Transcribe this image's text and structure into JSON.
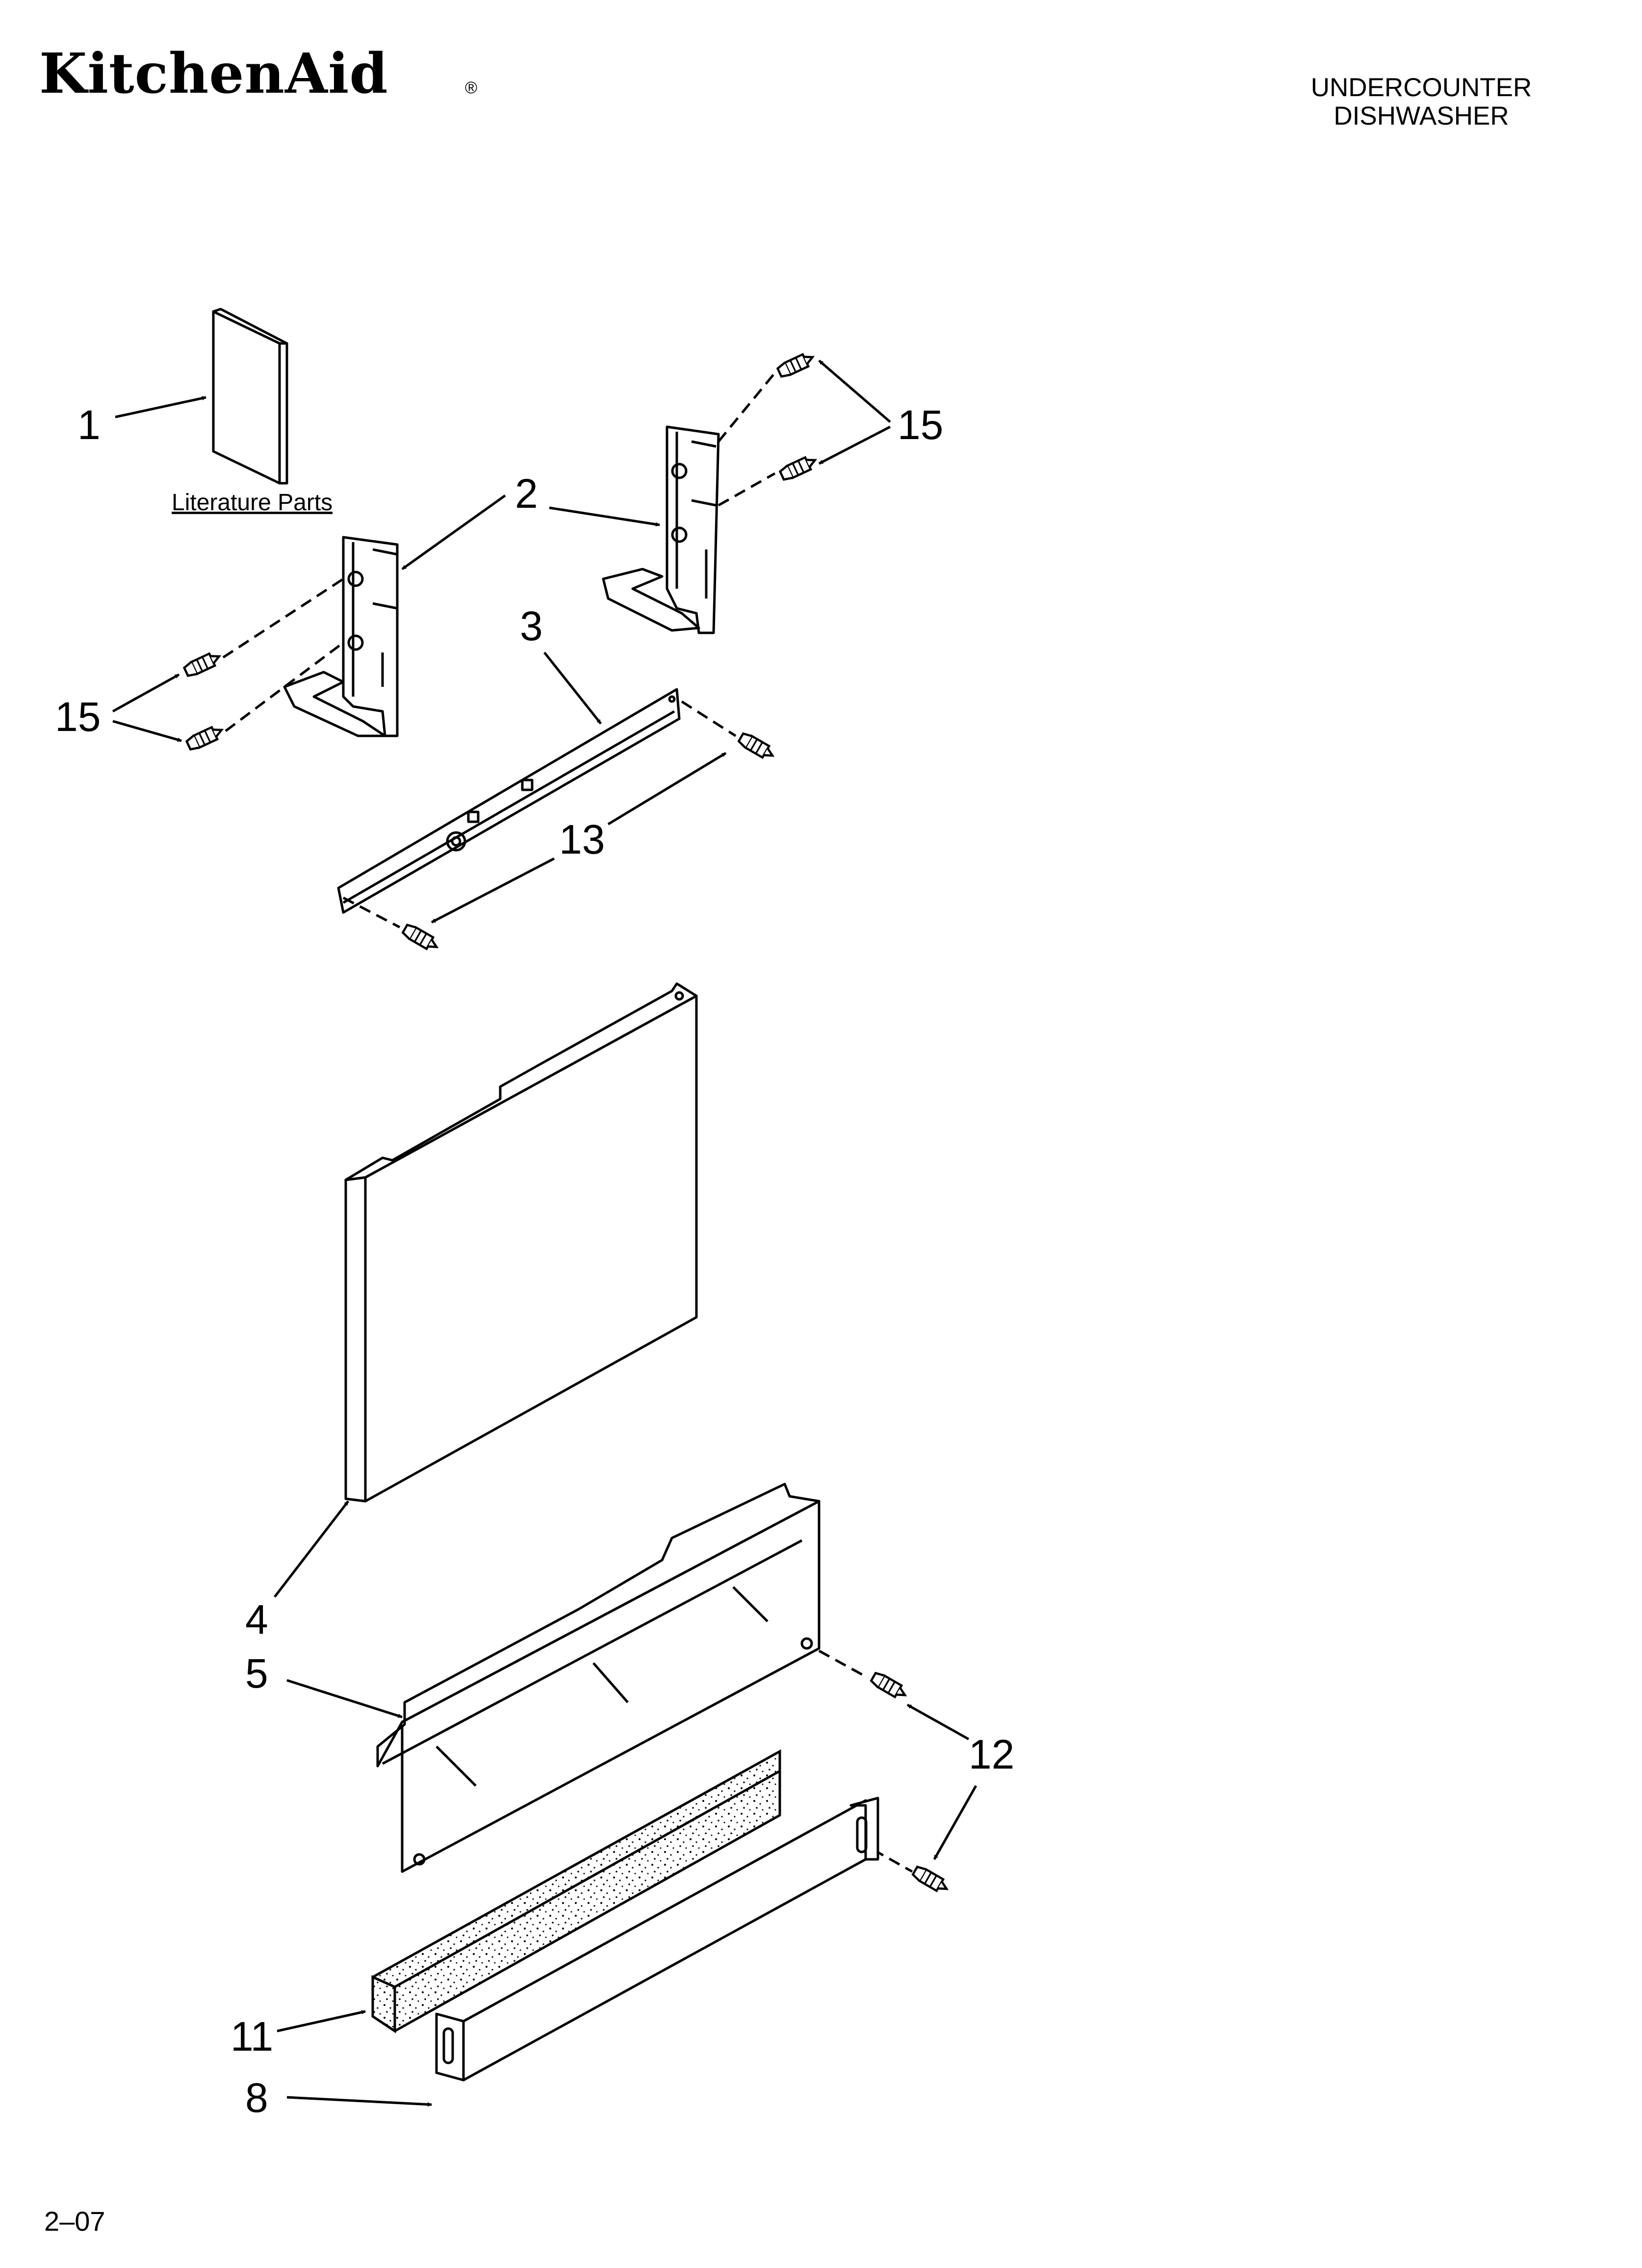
{
  "header": {
    "brand": "KitchenAid",
    "brand_mark": "®",
    "appliance_line1": "UNDERCOUNTER",
    "appliance_line2": "DISHWASHER"
  },
  "diagram": {
    "literature_caption": "Literature Parts",
    "callouts": {
      "c1": "1",
      "c2": "2",
      "c3": "3",
      "c4": "4",
      "c5": "5",
      "c8": "8",
      "c11": "11",
      "c12": "12",
      "c13": "13",
      "c15_right": "15",
      "c15_left": "15"
    }
  },
  "footer": {
    "revision": "2–07"
  }
}
